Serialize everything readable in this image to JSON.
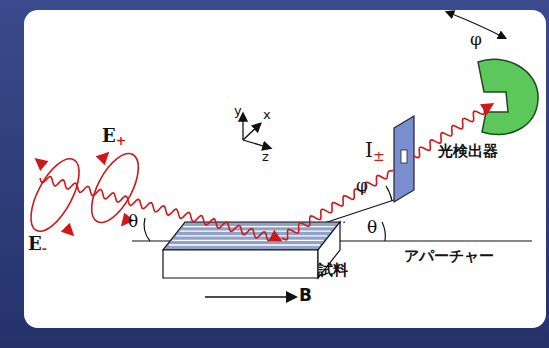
{
  "diagram": {
    "labels": [
      "y",
      "x",
      "z",
      "E+",
      "E-",
      "θ",
      "θ",
      "φ",
      "φ",
      "I±",
      "光検出器",
      "アパーチャー",
      "試料",
      "B"
    ]
  }
}
